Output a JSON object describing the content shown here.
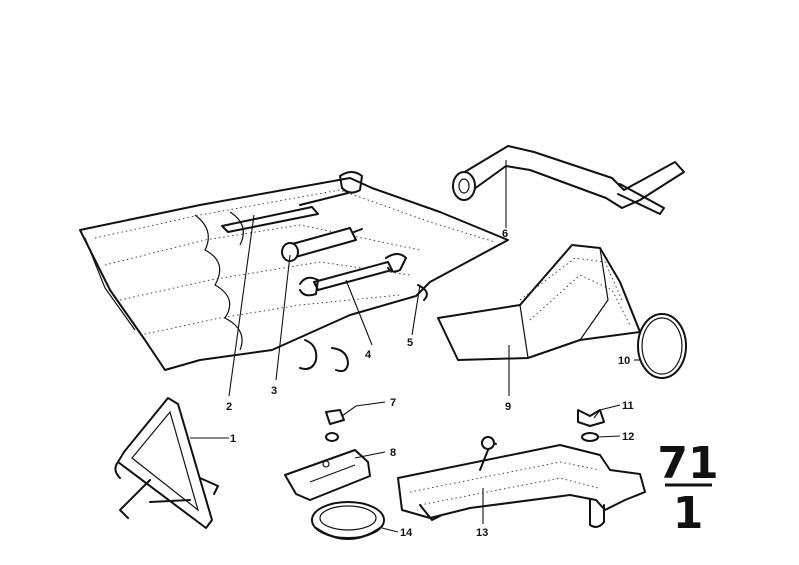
{
  "callouts": {
    "c1": "1",
    "c2": "2",
    "c3": "3",
    "c4": "4",
    "c5": "5",
    "c6": "6",
    "c7": "7",
    "c8": "8",
    "c9": "9",
    "c10": "10",
    "c11": "11",
    "c12": "12",
    "c13": "13",
    "c14": "14"
  },
  "page_number": {
    "group": "71",
    "sheet": "1"
  }
}
